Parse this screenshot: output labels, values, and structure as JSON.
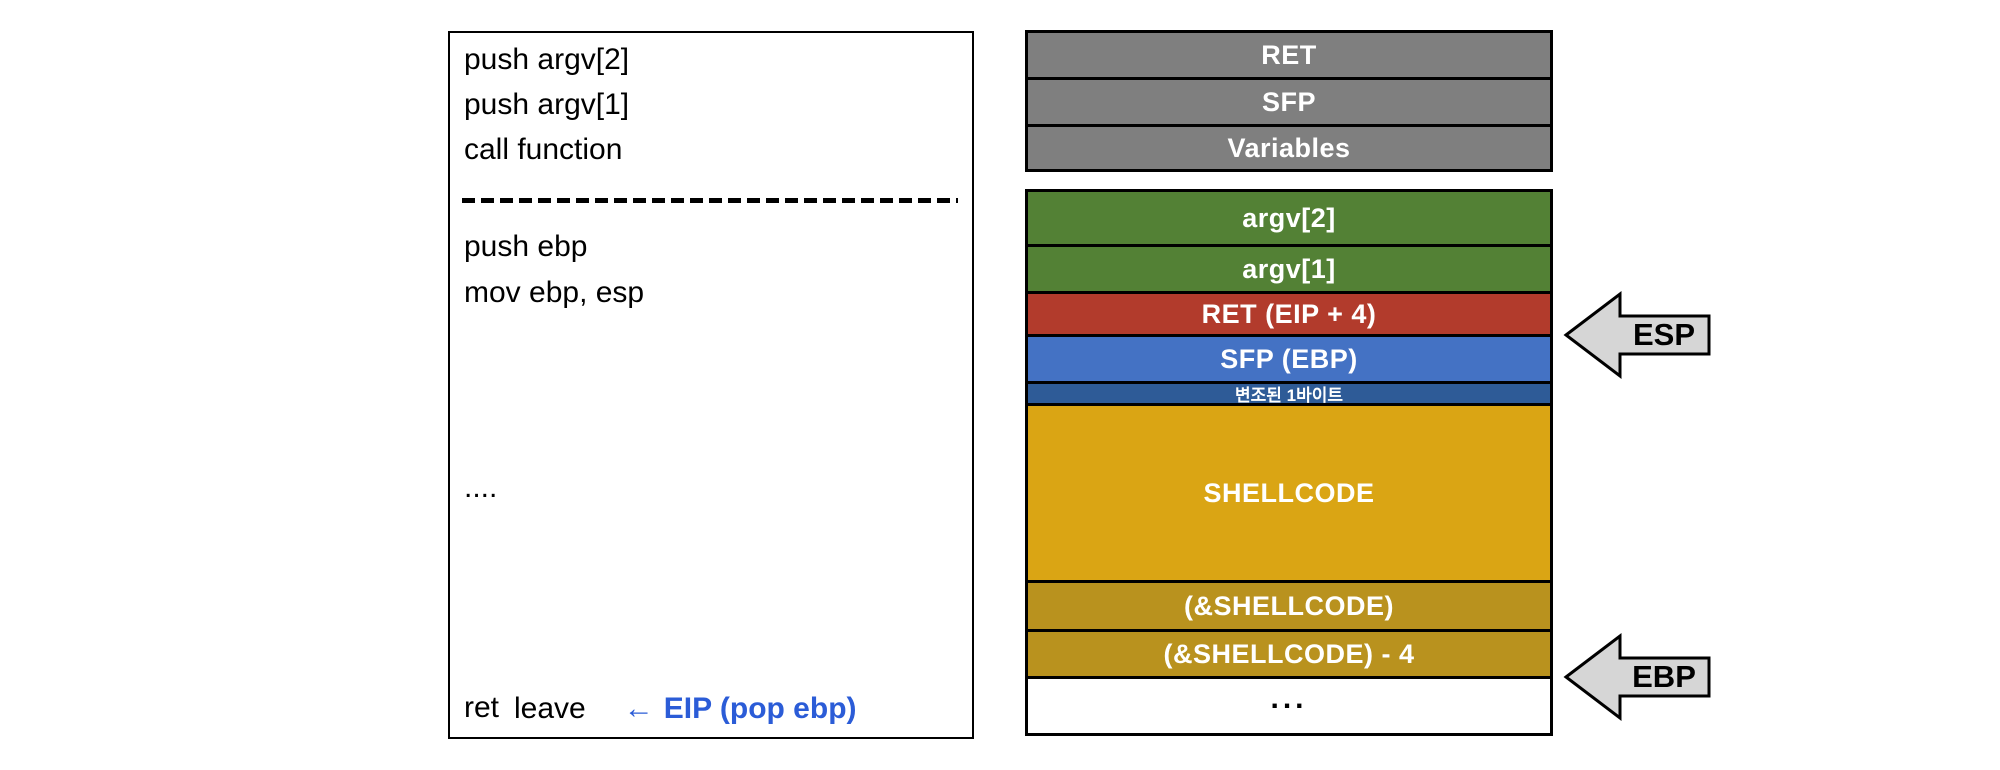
{
  "code_panel": {
    "lines": [
      "push argv[2]",
      "push argv[1]",
      "call function"
    ],
    "prologue_lines": [
      "push ebp",
      "mov ebp, esp"
    ],
    "ellipsis": "....",
    "leave": "leave",
    "annotation_arrow": "←",
    "annotation_text": "EIP (pop ebp)",
    "annotation_color": "#2B5CD7",
    "ret": "ret"
  },
  "stack": {
    "rows": [
      {
        "label": "RET",
        "bg": "#7F7F7F",
        "fg": "#FFFFFF"
      },
      {
        "label": "SFP",
        "bg": "#7F7F7F",
        "fg": "#FFFFFF"
      },
      {
        "label": "Variables",
        "bg": "#7F7F7F",
        "fg": "#FFFFFF"
      },
      {
        "label": "argv[2]",
        "bg": "#538135",
        "fg": "#FFFFFF"
      },
      {
        "label": "argv[1]",
        "bg": "#538135",
        "fg": "#FFFFFF"
      },
      {
        "label": "RET (EIP + 4)",
        "bg": "#B23B2C",
        "fg": "#FFFFFF"
      },
      {
        "label": "SFP (EBP)",
        "bg": "#4472C4",
        "fg": "#FFFFFF"
      },
      {
        "label": "변조된 1바이트",
        "bg": "#2E5B97",
        "fg": "#FFFFFF"
      },
      {
        "label": "SHELLCODE",
        "bg": "#DAA514",
        "fg": "#FFFFFF"
      },
      {
        "label": "(&SHELLCODE)",
        "bg": "#B9921E",
        "fg": "#FFFFFF"
      },
      {
        "label": "(&SHELLCODE) - 4",
        "bg": "#B9921E",
        "fg": "#FFFFFF"
      },
      {
        "label": "...",
        "bg": "#FFFFFF",
        "fg": "#000000"
      }
    ]
  },
  "pointers": {
    "esp": {
      "label": "ESP"
    },
    "ebp": {
      "label": "EBP"
    },
    "fill": "#D6D6D6"
  }
}
